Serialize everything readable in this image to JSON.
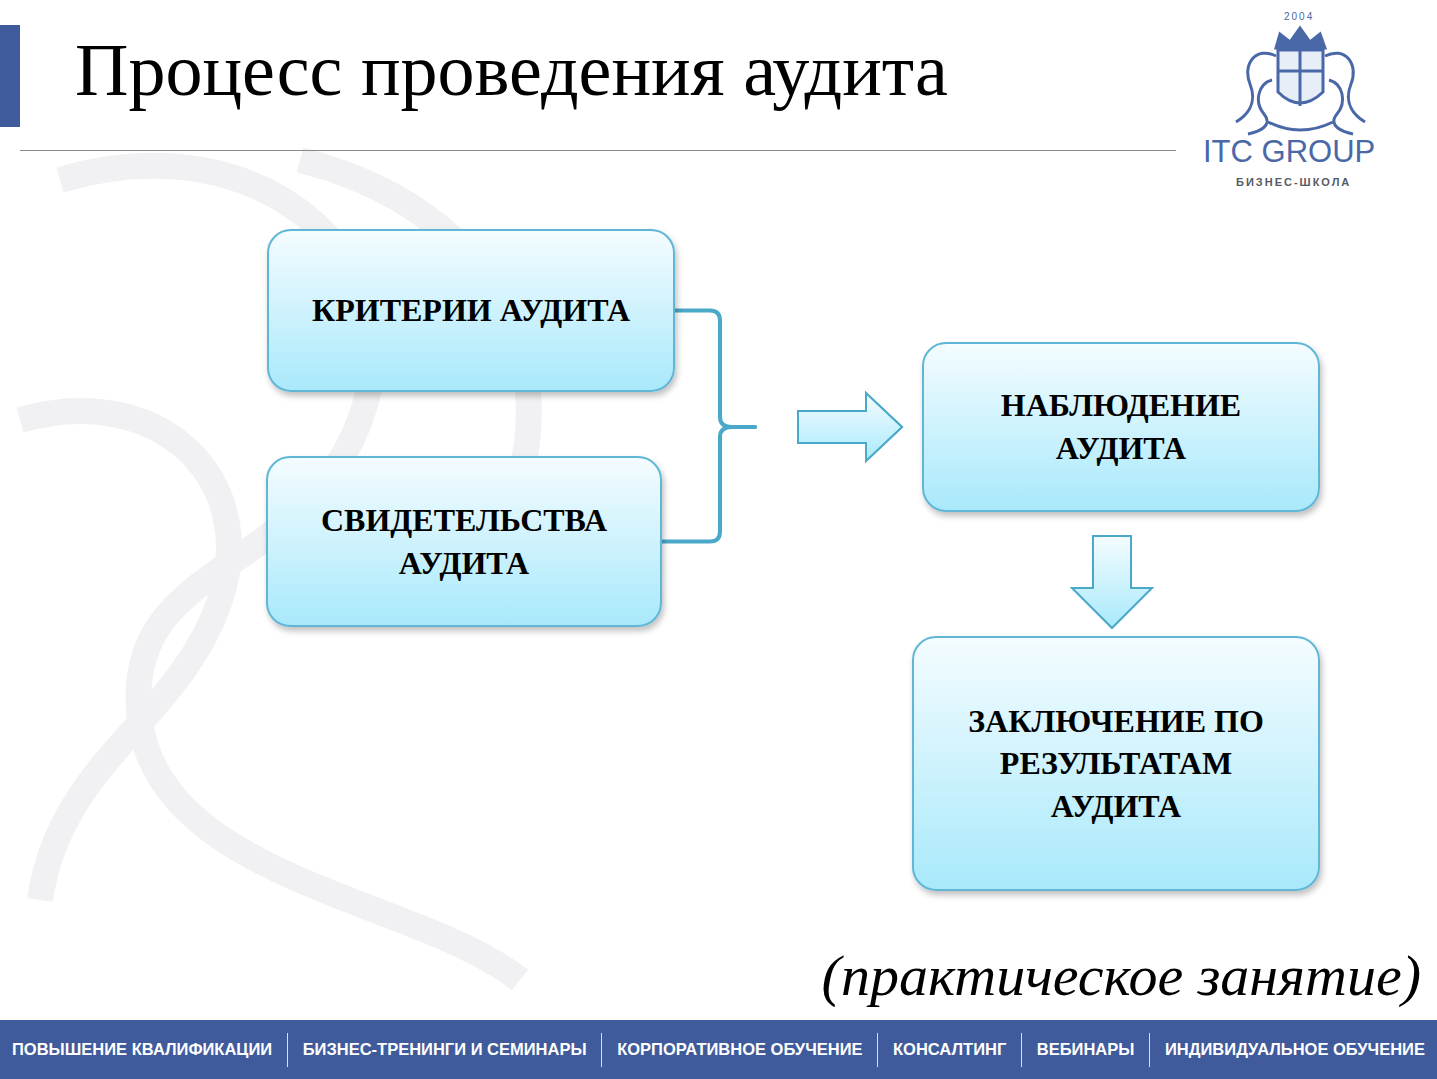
{
  "diagram": {
    "title": "Процесс проведения аудита",
    "caption": "(практическое занятие)",
    "nodes": [
      {
        "text": [
          "КРИТЕРИИ АУДИТА"
        ]
      },
      {
        "text": [
          "СВИДЕТЕЛЬСТВА АУДИТА"
        ]
      },
      {
        "text": [
          "НАБЛЮДЕНИЕ АУДИТА"
        ]
      },
      {
        "text": [
          "ЗАКЛЮЧЕНИЕ ПО РЕЗУЛЬТАТАМ АУДИТА"
        ]
      }
    ],
    "edges": [
      {
        "from": 0,
        "to": 2,
        "arrow": "to"
      },
      {
        "from": 1,
        "to": 2,
        "arrow": "to"
      },
      {
        "from": 2,
        "to": 3,
        "arrow": "to"
      }
    ],
    "labels": [
      "2004",
      "ITC GROUP",
      "БИЗНЕС-ШКОЛА",
      "ПОВЫШЕНИЕ КВАЛИФИКАЦИИ",
      "БИЗНЕС-ТРЕНИНГИ И СЕМИНАРЫ",
      "КОРПОРАТИВНОЕ ОБУЧЕНИЕ",
      "КОНСАЛТИНГ",
      "ВЕБИНАРЫ",
      "ИНДИВИДУАЛЬНОЕ ОБУЧЕНИЕ"
    ]
  }
}
